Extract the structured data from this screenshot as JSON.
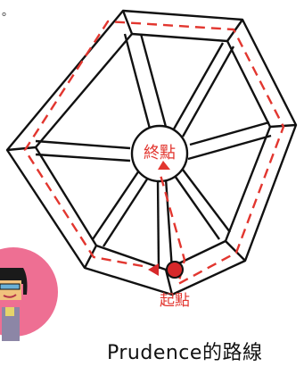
{
  "edge_mark": "。",
  "diagram": {
    "center_label": "終點",
    "start_label": "起點",
    "caption": "Prudence的路線",
    "colors": {
      "track_stroke": "#111111",
      "route": "#e2362f",
      "start_dot": "#d7282a",
      "avatar_bg": "#ee6f93",
      "avatar_hair": "#1a1a1a",
      "avatar_skin": "#f1c27d",
      "avatar_glasses": "#6ab0d6"
    }
  }
}
